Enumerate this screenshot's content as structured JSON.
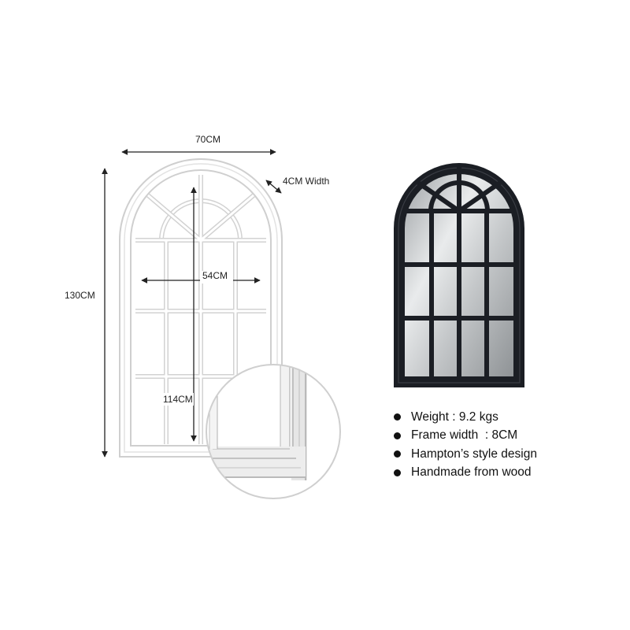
{
  "dimensions": {
    "overall_width": "70CM",
    "frame_depth": "4CM Width",
    "overall_height": "130CM",
    "inner_width": "54CM",
    "inner_height": "114CM"
  },
  "features": [
    "Weight : 9.2 kgs",
    "Frame width  : 8CM",
    "Hampton’s style design",
    "Handmade from wood"
  ],
  "colors": {
    "white_frame": "#ffffff",
    "white_frame_shade": "#d8d8d8",
    "black_frame": "#1b1e24",
    "mirror_glass": "#c9cbcc",
    "dimension_line": "#222222"
  },
  "icons": {
    "bullet": "filled-circle-icon",
    "arrow": "double-arrow-icon"
  }
}
